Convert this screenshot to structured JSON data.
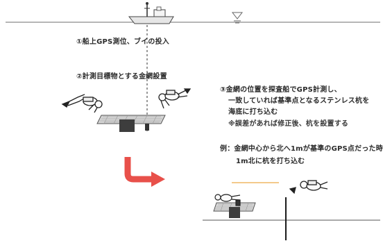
{
  "steps": [
    {
      "label": "①船上GPS測位、ブイの投入"
    },
    {
      "label": "②計測目標物とする金網設置"
    }
  ],
  "step3": {
    "lines": [
      "③金網の位置を探査船でGPS計測し、",
      "一致していれば基準点となるステンレス杭を",
      "海底に打ち込む",
      "※誤差があれば修正後、杭を設置する"
    ]
  },
  "example": {
    "lines": [
      "例：金網中心から北へ1mが基準のGPS点だった時",
      "1m北に杭を打ち込む"
    ]
  },
  "colors": {
    "arrow": "#e8504a",
    "line": "#888888",
    "stake": "#1a1a1a",
    "block": "#333333",
    "mesh": "#cfcfcf",
    "highlight": "#f3c98b"
  },
  "icons": [
    "boat-icon",
    "buoy-icon",
    "diver-icon",
    "turn-arrow-icon"
  ]
}
